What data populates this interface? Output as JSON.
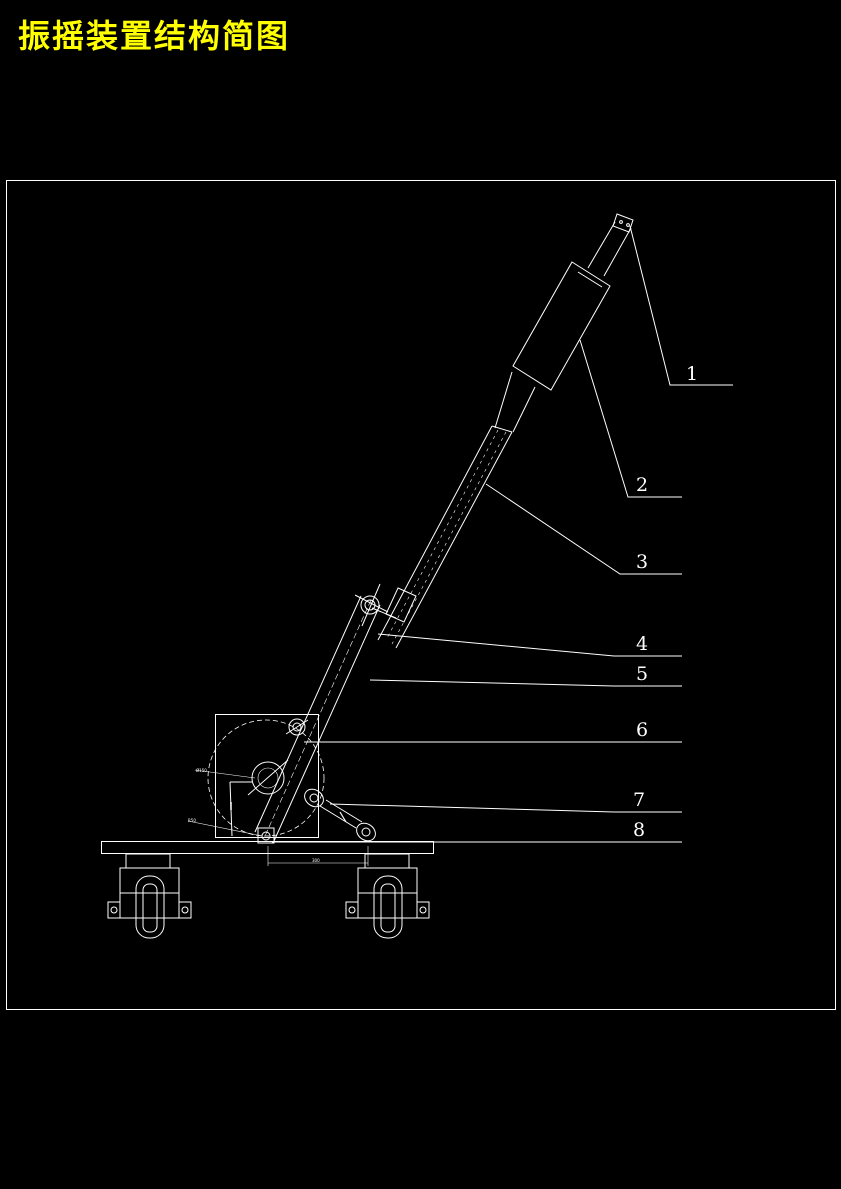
{
  "title": "振摇装置结构简图",
  "colors": {
    "background": "#000000",
    "title": "#ffff00",
    "line": "#ffffff"
  },
  "callouts": [
    {
      "number": "1"
    },
    {
      "number": "2"
    },
    {
      "number": "3"
    },
    {
      "number": "4"
    },
    {
      "number": "5"
    },
    {
      "number": "6"
    },
    {
      "number": "7"
    },
    {
      "number": "8"
    }
  ]
}
